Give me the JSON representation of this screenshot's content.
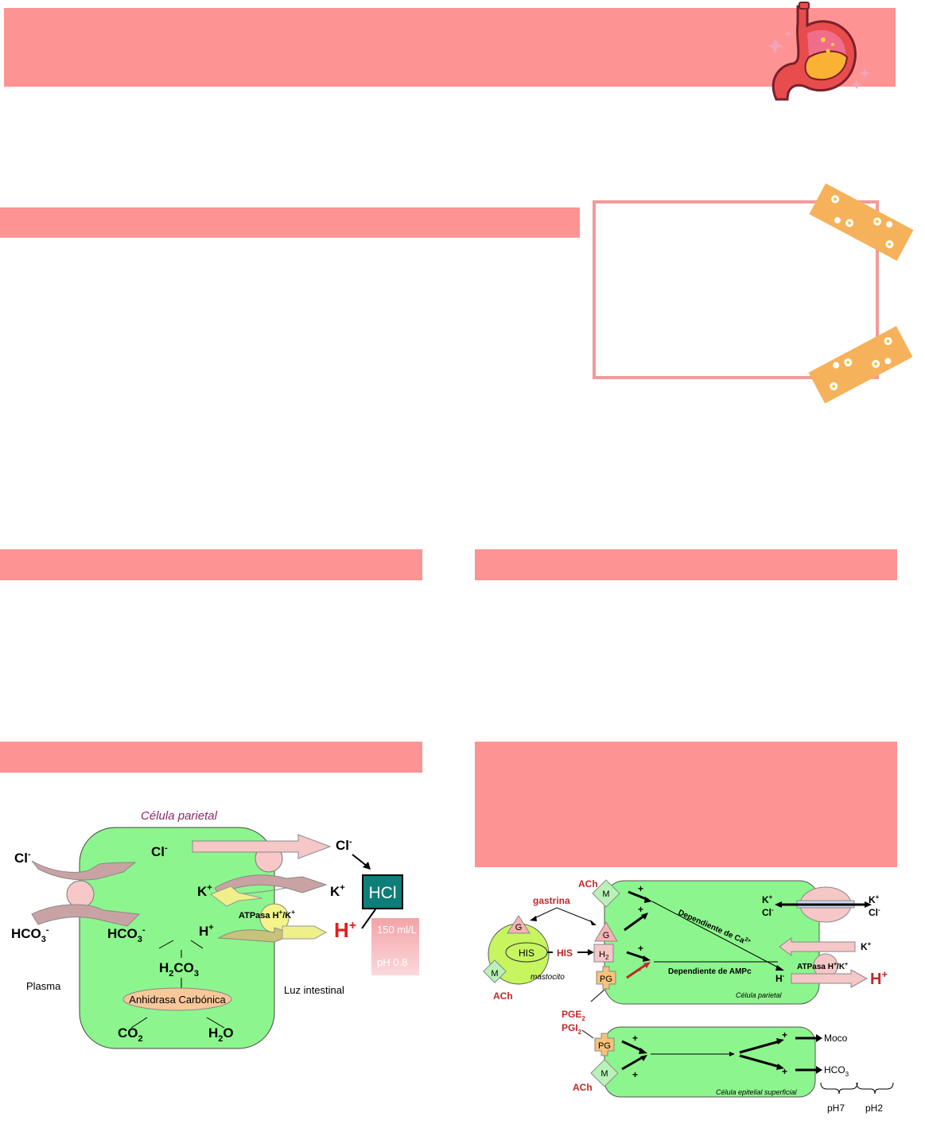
{
  "diagram1": {
    "title": "Célula parietal",
    "labels": {
      "cl_left": "Cl",
      "cl_inner": "Cl",
      "cl_right": "Cl",
      "hco3_left": "HCO",
      "hco3_inner": "HCO",
      "k_left": "K",
      "k_right": "K",
      "h_inner": "H",
      "h_big": "H",
      "atpasa": "ATPasa H",
      "atpasa_tail": "/K",
      "h2co3": "H",
      "h2co3_tail": "CO",
      "anhidrasa": "Anhidrasa Carbónica",
      "co2": "CO",
      "h2o": "H",
      "h2o_tail": "O",
      "plasma": "Plasma",
      "luz": "Luz intestinal",
      "hcl": "HCl",
      "vol": "150 ml/L",
      "ph": "pH 0.8"
    }
  },
  "diagram2": {
    "labels": {
      "ach_top": "ACh",
      "gastrina": "gastrina",
      "m_top": "M",
      "g_mast": "G",
      "g_par": "G",
      "his_mast": "HIS",
      "his_arrow": "HIS",
      "h2": "H",
      "pg_par": "PG",
      "m_mast": "M",
      "ach_mast": "ACh",
      "mastocito": "mastocito",
      "dep_ca": "Dependiente de Ca",
      "dep_ampc": "Dependiente de AMPc",
      "k_in": "K",
      "cl_in": "Cl",
      "k_out": "K",
      "cl_out": "Cl",
      "k_mid": "K",
      "atpasa": "ATPasa H",
      "atpasa_tail": "/K",
      "h_small": "H",
      "h_big": "H",
      "celula_parietal": "Célula parietal",
      "pge2": "PGE",
      "pgi2": "PGI",
      "pg_epi": "PG",
      "m_epi": "M",
      "ach_epi": "ACh",
      "moco": "Moco",
      "hco3": "HCO",
      "celula_epitelial": "Célula epitelial superficial",
      "ph7": "pH7",
      "ph2": "pH2",
      "plus": "+",
      "minus": "-"
    }
  }
}
